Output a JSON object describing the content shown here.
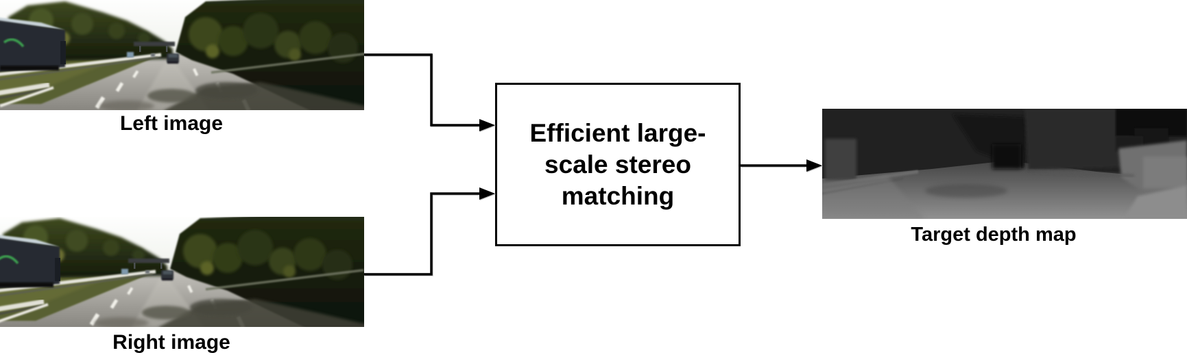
{
  "figure": {
    "left_image_label": "Left image",
    "right_image_label": "Right image",
    "process_box": {
      "label": "Efficient large-scale stereo matching",
      "lines": [
        "Efficient large-",
        "scale stereo",
        "matching"
      ]
    },
    "output_label": "Target depth map",
    "colors": {
      "connector": "#000000",
      "box_border": "#000000",
      "box_background": "#ffffff",
      "page_background": "#ffffff",
      "label_text": "#000000",
      "depth_map_dark": "#1d1d1d",
      "depth_map_light": "#8f8f8f"
    }
  }
}
